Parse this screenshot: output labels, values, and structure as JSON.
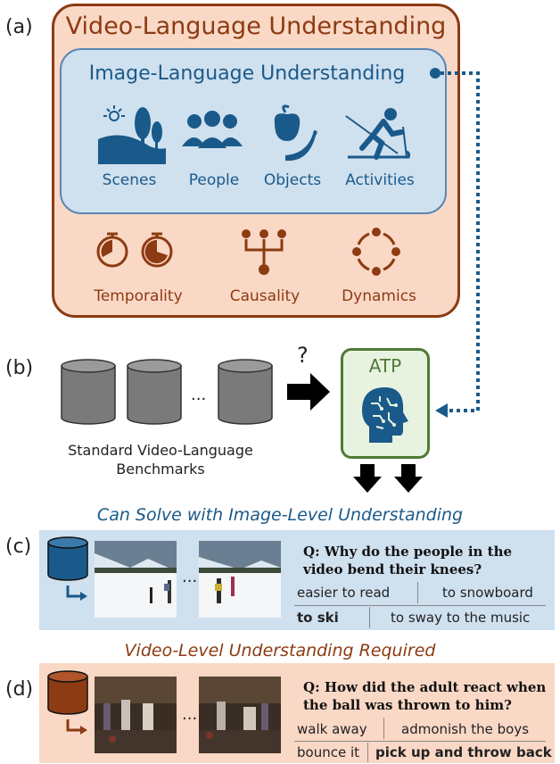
{
  "panels": {
    "a": "(a)",
    "b": "(b)",
    "c": "(c)",
    "d": "(d)"
  },
  "video_box": {
    "title": "Video-Language Understanding",
    "image_box": {
      "title": "Image-Language Understanding",
      "items": [
        "Scenes",
        "People",
        "Objects",
        "Activities"
      ]
    },
    "items": [
      "Temporality",
      "Causality",
      "Dynamics"
    ]
  },
  "benchmarks": {
    "label_line1": "Standard Video-Language",
    "label_line2": "Benchmarks",
    "ellipsis": "...",
    "question": "?"
  },
  "atp": {
    "title": "ATP"
  },
  "section_c": {
    "heading": "Can Solve with Image-Level Understanding",
    "ellipsis": "...",
    "question_line1": "Q: Why do the people in the",
    "question_line2": "video bend their knees?",
    "answers": [
      "easier to read",
      "to snowboard",
      "to ski",
      "to sway to the music"
    ],
    "correct": "to ski"
  },
  "section_d": {
    "heading": "Video-Level Understanding Required",
    "ellipsis": "...",
    "question_line1": "Q: How did the adult react when",
    "question_line2": "the ball was thrown to him?",
    "answers": [
      "walk away",
      "admonish the boys",
      "bounce it",
      "pick up and throw back"
    ],
    "correct": "pick up and throw back"
  },
  "colors": {
    "brown": "#8c3b12",
    "blue": "#1a5a8a",
    "green": "#4f7a35",
    "peach": "#fad8c6",
    "lightblue": "#cfe0ef"
  }
}
